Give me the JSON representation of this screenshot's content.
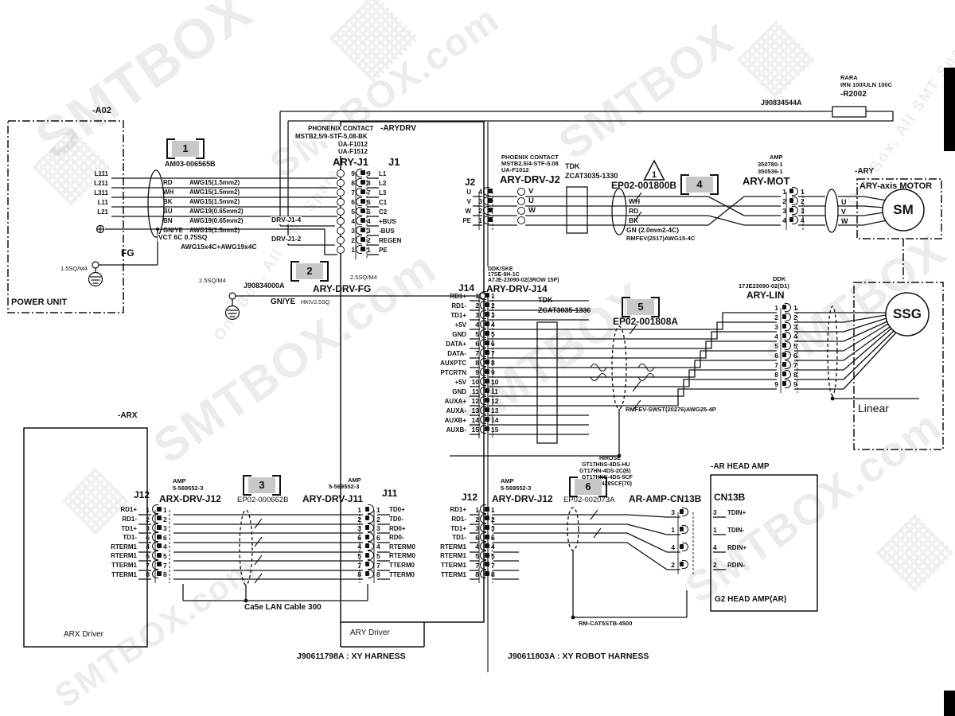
{
  "colors": {
    "line": "#111111",
    "callout_bg": "#c8c8c8"
  },
  "watermark": {
    "brand": "SMTBOX",
    "site": "SMTBOX.com",
    "tagline": "One Box. All SMT Spare Parts"
  },
  "power": {
    "ref": "-A02",
    "title": "POWER UNIT",
    "fg": "FG",
    "fg_spec": "1.5SQ/M4",
    "cable_spec": "VCT 6C 0.75SQ",
    "cable_spec2": "AWG15x4C+AWG19x4C",
    "lines": [
      {
        "l": "L111"
      },
      {
        "l": "L211"
      },
      {
        "l": "L311"
      },
      {
        "l": "L11"
      },
      {
        "l": "L21"
      }
    ],
    "wires": [
      {
        "c": "RD",
        "g": "AWG15(1.5mm2)"
      },
      {
        "c": "WH",
        "g": "AWG15(1.5mm2)"
      },
      {
        "c": "BK",
        "g": "AWG15(1.5mm2)"
      },
      {
        "c": "BU",
        "g": "AWG19(0.65mm2)"
      },
      {
        "c": "BN",
        "g": "AWG19(0.65mm2)"
      },
      {
        "c": "GN/YE",
        "g": "AWG15(1.5mm2)"
      }
    ]
  },
  "callout1": {
    "num": "1",
    "part": "AM03-006565B"
  },
  "regen": {
    "harness": "J90834544A",
    "mfr": "RARA",
    "model": "IRN 100/ULN 100C",
    "ref": "-R2002",
    "tap4": "DRV-J1-4",
    "tap2": "DRV-J1-2"
  },
  "aryj1": {
    "mfr": "PHONENIX CONTACT",
    "pn": "MSTB2,5/9-STF-5,08-BK",
    "pn2": "UA-F1012",
    "pn3": "UA-F1512",
    "cable_name": "ARY-J1",
    "drv_name": "J1",
    "pins": [
      {
        "a": "9",
        "n": "9",
        "l": "L1"
      },
      {
        "a": "8",
        "n": "8",
        "l": "L2"
      },
      {
        "a": "7",
        "n": "7",
        "l": "L3"
      },
      {
        "a": "6",
        "n": "6",
        "l": "C1"
      },
      {
        "a": "5",
        "n": "5",
        "l": "C2"
      },
      {
        "a": "4",
        "n": "4",
        "l": "+BUS"
      },
      {
        "a": "3",
        "n": "3",
        "l": "-BUS"
      },
      {
        "a": "2",
        "n": "2",
        "l": "REGEN"
      },
      {
        "a": "1",
        "n": "1",
        "l": "PE"
      }
    ]
  },
  "drvbox": {
    "ref": "-ARYDRV",
    "name": "ARY Driver"
  },
  "arxbox": {
    "ref": "-ARX",
    "name": "ARX Driver"
  },
  "fg2": {
    "num": "2",
    "part": "J90834000A",
    "name": "ARY-DRV-FG",
    "spec_l": "2.5SQ/M4",
    "spec_r": "2.5SQ/M4",
    "wire": "GN/YE",
    "wire_spec": "HKIV2.5SQ"
  },
  "j2": {
    "drv_name": "J2",
    "mfr": "PHOENIX CONTACT",
    "pn": "MSTB2.5/4-STF-5.08",
    "pn2": "UA-F1012",
    "cable_name": "ARY-DRV-J2",
    "drv_pins": [
      {
        "l": "U",
        "a": "4"
      },
      {
        "l": "V",
        "a": "3"
      },
      {
        "l": "W",
        "a": "2"
      },
      {
        "l": "PE",
        "a": "1"
      }
    ],
    "cable_pins": [
      {
        "n": "4",
        "l": "V"
      },
      {
        "n": "3",
        "l": "U"
      },
      {
        "n": "2",
        "l": "W"
      },
      {
        "n": "1",
        "l": ""
      }
    ]
  },
  "tdk1": {
    "brand": "TDK",
    "model": "ZCAT3035-1330"
  },
  "warn": {
    "num": "1"
  },
  "h4": {
    "num": "4",
    "part": "EP02-001800B",
    "w1": "WH",
    "w2": "RD",
    "w3": "BK",
    "w4": "GN (2.0mm2-4C)",
    "cable": "RMFEV(2517)AWG15-4C"
  },
  "mot": {
    "mfr": "AMP",
    "pn": "350780-1",
    "pn2": "350536-1",
    "name": "ARY-MOT",
    "u": "U",
    "v": "V",
    "w": "W",
    "pins": [
      {
        "a": "1",
        "n": "1"
      },
      {
        "a": "2",
        "n": "2"
      },
      {
        "a": "3",
        "n": "3"
      },
      {
        "a": "4",
        "n": "4"
      }
    ]
  },
  "arybox": {
    "ref": "-ARY",
    "title": "ARY-axis MOTOR",
    "sym": "SM"
  },
  "j14": {
    "drv_name": "J14",
    "mfr": "DDK/SKE",
    "pn": "17SE-9H-1C",
    "pn2": "A7JE-23090-02(3ROW 15P)",
    "cable_name": "ARY-DRV-J14",
    "pins": [
      {
        "l": "RD1+",
        "a": "1",
        "n": "1"
      },
      {
        "l": "RD1-",
        "a": "2",
        "n": "2"
      },
      {
        "l": "TD1+",
        "a": "3",
        "n": "3"
      },
      {
        "l": "+5V",
        "a": "4",
        "n": "4"
      },
      {
        "l": "GND",
        "a": "5",
        "n": "5"
      },
      {
        "l": "DATA+",
        "a": "6",
        "n": "6"
      },
      {
        "l": "DATA-",
        "a": "7",
        "n": "7"
      },
      {
        "l": "AUXPTC",
        "a": "8",
        "n": "8"
      },
      {
        "l": "PTCRTN",
        "a": "9",
        "n": "9"
      },
      {
        "l": "+5V",
        "a": "10",
        "n": "10"
      },
      {
        "l": "GND",
        "a": "11",
        "n": "11"
      },
      {
        "l": "AUXA+",
        "a": "12",
        "n": "12"
      },
      {
        "l": "AUXA-",
        "a": "13",
        "n": "13"
      },
      {
        "l": "AUXB+",
        "a": "14",
        "n": "14"
      },
      {
        "l": "AUXB-",
        "a": "15",
        "n": "15"
      }
    ]
  },
  "tdk2": {
    "brand": "TDK",
    "model": "ZCAT3035-1330"
  },
  "h5": {
    "num": "5",
    "part": "EP02-001808A",
    "cable": "RMFEV-SWST(20276)AWG25-4P"
  },
  "lin": {
    "mfr": "DDK",
    "pn": "17JE23090-02(D1)",
    "name": "ARY-LIN",
    "pins": [
      {
        "a": "1",
        "n": "1"
      },
      {
        "a": "2",
        "n": "2"
      },
      {
        "a": "3",
        "n": "3"
      },
      {
        "a": "4",
        "n": "4"
      },
      {
        "a": "5",
        "n": "5"
      },
      {
        "a": "6",
        "n": "6"
      },
      {
        "a": "7",
        "n": "7"
      },
      {
        "a": "8",
        "n": "8"
      },
      {
        "a": "9",
        "n": "9"
      }
    ]
  },
  "linbox": {
    "label": "Linear",
    "sym": "SSG"
  },
  "j12a": {
    "drv_name": "J12",
    "mfr": "AMP",
    "pn": "5-569552-3",
    "cable_name": "ARX-DRV-J12",
    "pins": [
      {
        "l": "RD1+",
        "a": "1",
        "n": "1"
      },
      {
        "l": "RD1-",
        "a": "2",
        "n": "2"
      },
      {
        "l": "TD1+",
        "a": "3",
        "n": "3"
      },
      {
        "l": "TD1-",
        "a": "6",
        "n": "6"
      },
      {
        "l": "RTERM1",
        "a": "4",
        "n": "4"
      },
      {
        "l": "RTERM1",
        "a": "5",
        "n": "5"
      },
      {
        "l": "TTERM1",
        "a": "7",
        "n": "7"
      },
      {
        "l": "TTERM1",
        "a": "8",
        "n": "8"
      }
    ]
  },
  "h3": {
    "num": "3",
    "part": "EP02-000662B",
    "cable": "Ca5e LAN Cable 300"
  },
  "j11": {
    "drv_name": "J11",
    "mfr": "AMP",
    "pn": "5-569552-3",
    "cable_name": "ARY-DRV-J11",
    "pins": [
      {
        "a": "1",
        "n": "1",
        "l": "TD0+"
      },
      {
        "a": "2",
        "n": "2",
        "l": "TD0-"
      },
      {
        "a": "3",
        "n": "3",
        "l": "RD0+"
      },
      {
        "a": "6",
        "n": "6",
        "l": "RD0-"
      },
      {
        "a": "4",
        "n": "4",
        "l": "RTERM0"
      },
      {
        "a": "5",
        "n": "5",
        "l": "RTERM0"
      },
      {
        "a": "7",
        "n": "7",
        "l": "TTERM0"
      },
      {
        "a": "8",
        "n": "8",
        "l": "TTERM0"
      }
    ]
  },
  "j12b": {
    "drv_name": "J12",
    "mfr": "AMP",
    "pn": "5-569552-3",
    "cable_name": "ARY-DRV-J12",
    "pins": [
      {
        "l": "RD1+",
        "a": "1",
        "n": "1"
      },
      {
        "l": "RD1-",
        "a": "2",
        "n": "2"
      },
      {
        "l": "TD1+",
        "a": "3",
        "n": "3"
      },
      {
        "l": "TD1-",
        "a": "6",
        "n": "6"
      },
      {
        "l": "RTERM1",
        "a": "4",
        "n": "4"
      },
      {
        "l": "RTERM1",
        "a": "5",
        "n": "5"
      },
      {
        "l": "TTERM1",
        "a": "7",
        "n": "7"
      },
      {
        "l": "TTERM1",
        "a": "8",
        "n": "8"
      }
    ]
  },
  "h6": {
    "num": "6",
    "part": "EP02-002073A",
    "cable": "RM-CAT5STB-4500"
  },
  "cn13": {
    "mfr": "HIROSE",
    "pn": "GT17HNS-4DS-HU",
    "pn2": "GT17HN-4DS-2C(B)",
    "pn3": "GT17HNS-4DS-5CF",
    "pn4": "GT8-2428SCF(70)",
    "cable_name": "AR-AMP-CN13B",
    "box_conn": "CN13B",
    "pins_l": [
      {
        "a": "3"
      },
      {
        "a": "1"
      },
      {
        "a": "4"
      },
      {
        "a": "2"
      }
    ],
    "pins_r": [
      {
        "n": "3",
        "l": "TDIN+"
      },
      {
        "n": "1",
        "l": "TDIN-"
      },
      {
        "n": "4",
        "l": "RDIN+"
      },
      {
        "n": "2",
        "l": "RDIN-"
      }
    ]
  },
  "ampbox": {
    "ref": "-AR HEAD AMP",
    "name": "G2 HEAD AMP(AR)"
  },
  "footer": {
    "left": "J90611798A : XY HARNESS",
    "right": "J90611803A : XY ROBOT HARNESS"
  }
}
